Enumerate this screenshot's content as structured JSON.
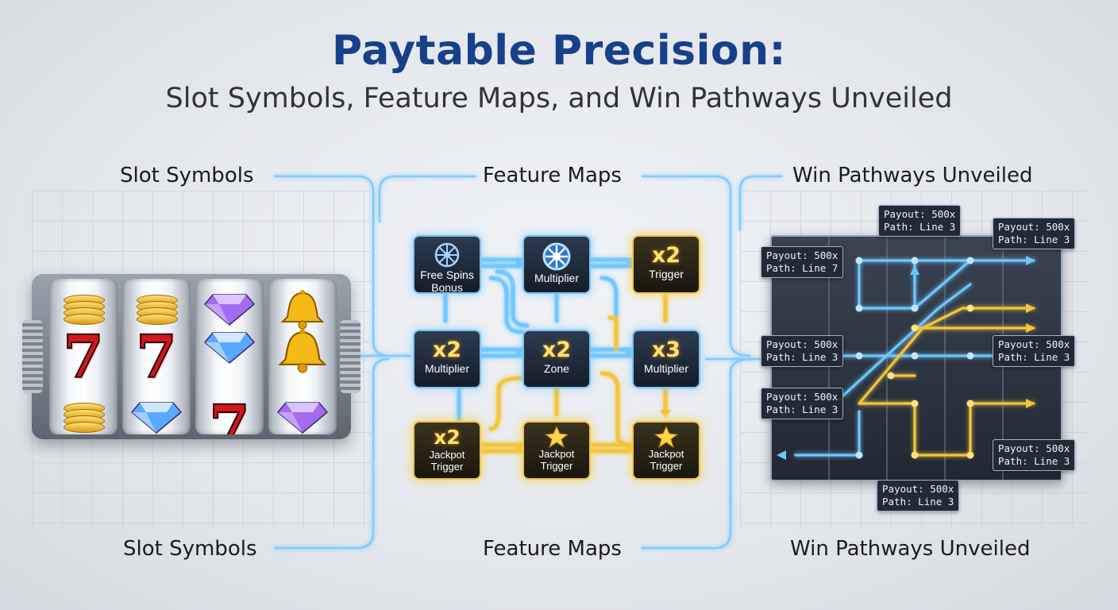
{
  "header": {
    "title": "Paytable Precision:",
    "subtitle": "Slot Symbols, Feature Maps, and Win Pathways Unveiled"
  },
  "sections": {
    "slot_symbols": "Slot Symbols",
    "feature_maps": "Feature Maps",
    "win_pathways": "Win Pathways Unveiled"
  },
  "reels": [
    [
      "coins",
      "seven",
      "coins"
    ],
    [
      "coins",
      "seven",
      "diamond-blue"
    ],
    [
      "diamond-purple",
      "diamond-blue",
      "seven"
    ],
    [
      "bell",
      "bell",
      "diamond-purple"
    ]
  ],
  "reel_seven_glyph": "7",
  "feature_nodes": {
    "free_spins": {
      "caption": "Free Spins Bonus",
      "icon": "wheel-icon"
    },
    "multiplier_top": {
      "caption": "Multiplier",
      "icon": "wheel-icon"
    },
    "trigger_x2": {
      "value": "x2",
      "caption": "Trigger"
    },
    "multiplier_x2": {
      "value": "x2",
      "caption": "Multiplier"
    },
    "zone_x2": {
      "value": "x2",
      "caption": "Zone"
    },
    "multiplier_x3": {
      "value": "x3",
      "caption": "Multiplier"
    },
    "jackpot_x2": {
      "value": "x2",
      "caption": "Jackpot Trigger"
    },
    "jackpot_star_1": {
      "caption": "Jackpot Trigger",
      "icon": "star-icon"
    },
    "jackpot_star_2": {
      "caption": "Jackpot Trigger",
      "icon": "star-icon"
    }
  },
  "callouts": [
    {
      "payout": "Payout: 500x",
      "path": "Path: Line 3"
    },
    {
      "payout": "Payout: 500x",
      "path": "Path: Line 3"
    },
    {
      "payout": "Payout: 500x",
      "path": "Path: Line 7"
    },
    {
      "payout": "Payout: 500x",
      "path": "Path: Line 3"
    },
    {
      "payout": "Payout: 500x",
      "path": "Path: Line 3"
    },
    {
      "payout": "Payout: 500x",
      "path": "Path: Line 3"
    },
    {
      "payout": "Payout: 500x",
      "path": "Path: Line 3"
    },
    {
      "payout": "Payout: 500x",
      "path": "Path: Line 3"
    }
  ],
  "colors": {
    "title": "#17408b",
    "wire_blue": "#6cc7ff",
    "wire_gold": "#f3c53a",
    "board_dark": "#262d39"
  }
}
